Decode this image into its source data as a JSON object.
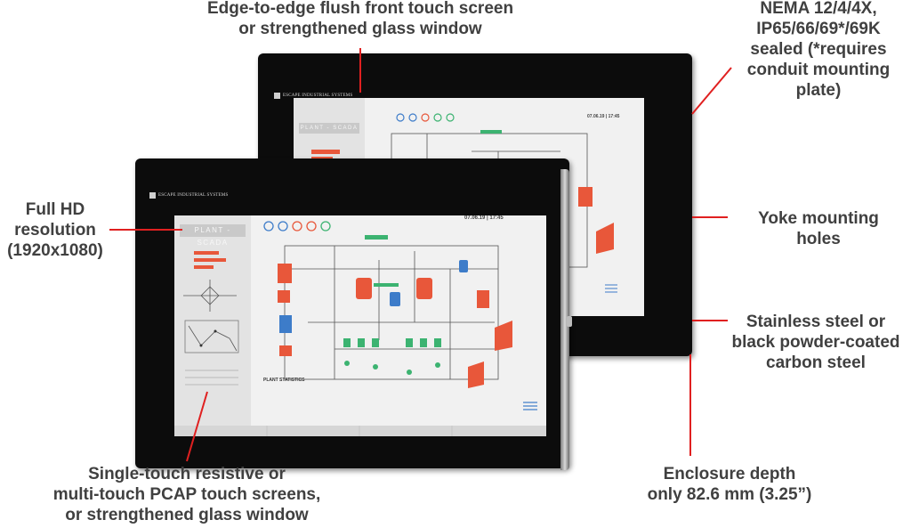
{
  "callouts": {
    "top_center": [
      "Edge-to-edge flush front touch screen",
      "or strengthened glass window"
    ],
    "top_right": [
      "NEMA 12/4/4X,",
      "IP65/66/69*/69K",
      "sealed (*requires",
      "conduit mounting",
      "plate)"
    ],
    "left": [
      "Full HD",
      "resolution",
      "(1920x1080)"
    ],
    "right_yoke": [
      "Yoke mounting",
      "holes"
    ],
    "right_steel": [
      "Stainless steel or",
      "black powder-coated",
      "carbon steel"
    ],
    "bottom_left": [
      "Single-touch resistive or",
      "multi-touch PCAP touch screens,",
      "or strengthened glass window"
    ],
    "bottom_right": [
      "Enclosure depth",
      "only 82.6 mm (3.25”)"
    ]
  },
  "screen": {
    "title": "PLANT - SCADA",
    "date": "07.06.19  |  17:45",
    "stats_title": "PLANT STATISTICS"
  },
  "brand_label": "ESCAPE INDUSTRIAL SYSTEMS",
  "colors": {
    "callout_text": "#404040",
    "leader_line": "#e02020",
    "bezel": "#0c0c0c",
    "tank_orange": "#e8573a",
    "tank_blue": "#3d7cc9",
    "valve_green": "#3cb371"
  }
}
